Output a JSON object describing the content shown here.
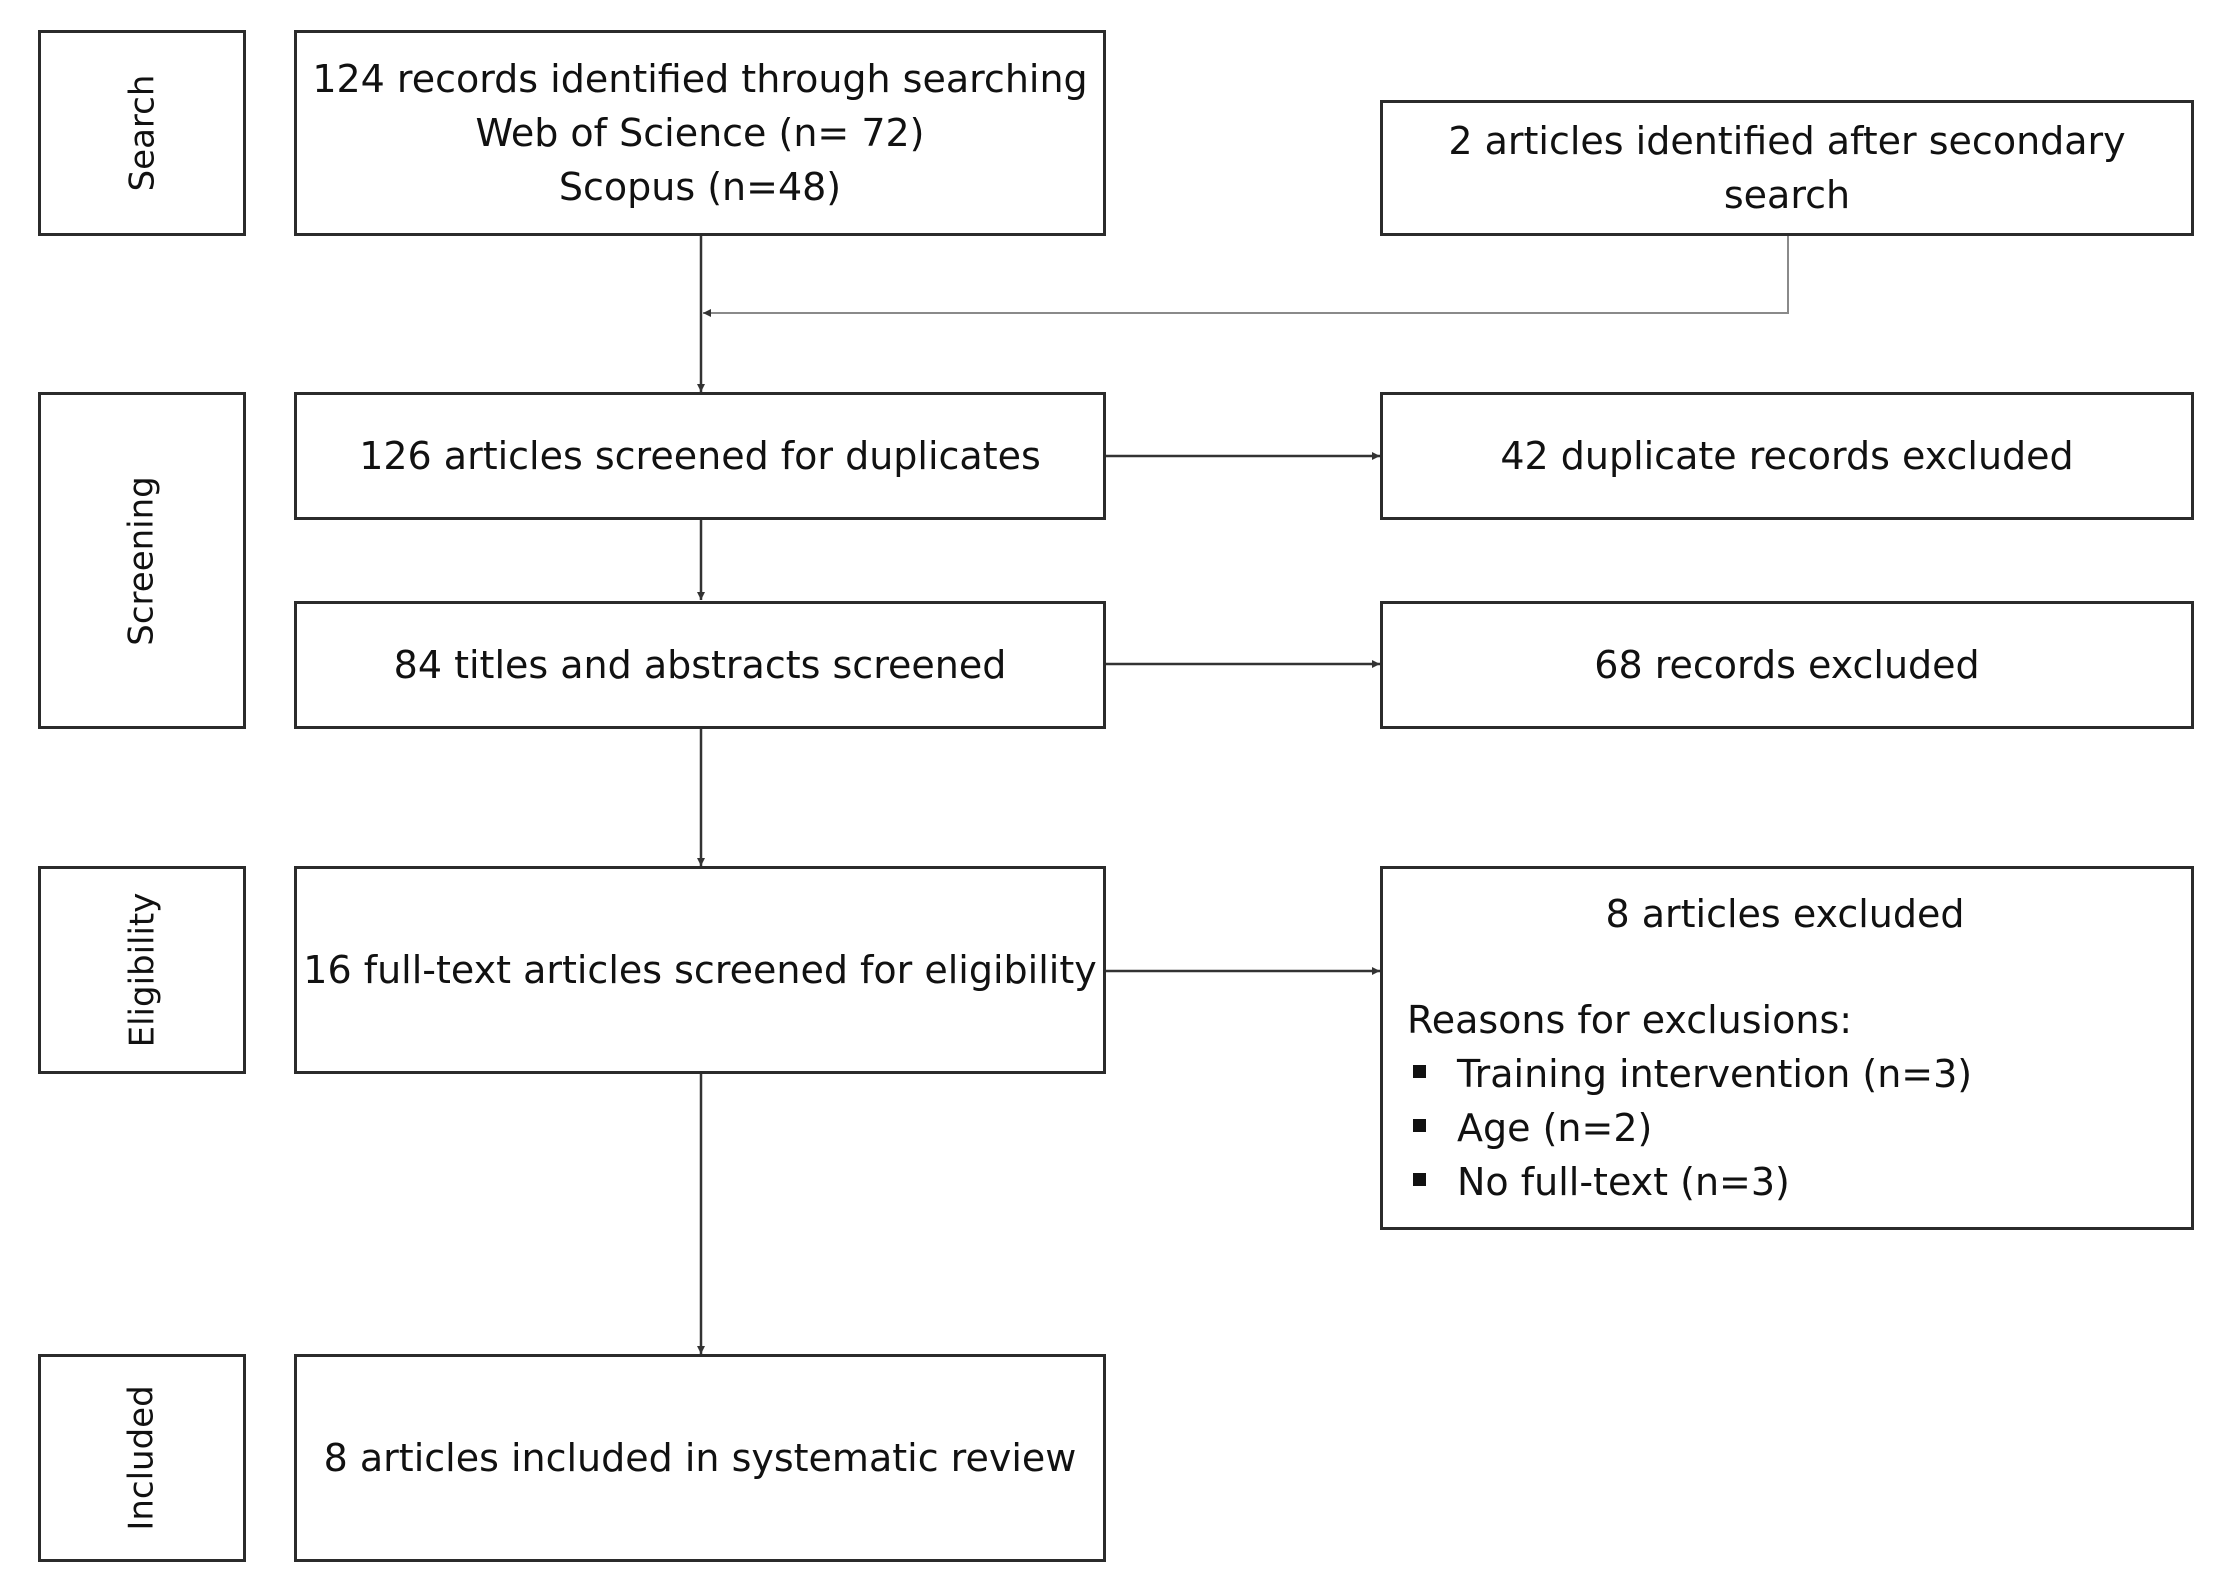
{
  "stages": {
    "search": "Search",
    "screening": "Screening",
    "eligibility": "Eligibility",
    "included": "Included"
  },
  "boxes": {
    "identified": {
      "lines": [
        "124 records identified through searching",
        "Web of Science (n= 72)",
        "Scopus (n=48)"
      ]
    },
    "secondary": {
      "lines": [
        "2 articles identified after secondary",
        "search"
      ]
    },
    "duplicates_screened": "126 articles screened for duplicates",
    "duplicates_excluded": "42 duplicate records excluded",
    "titles_screened": "84 titles and abstracts screened",
    "records_excluded": "68 records excluded",
    "fulltext_screened": "16 full-text articles screened for eligibility",
    "exclusions": {
      "title": "8 articles excluded",
      "reasons_label": "Reasons for exclusions:",
      "reasons": [
        "Training intervention (n=3)",
        "Age (n=2)",
        "No full-text (n=3)"
      ]
    },
    "included": "8 articles included in systematic review"
  },
  "colors": {
    "border": "#2b2b2b",
    "connector": "#333333",
    "secondary_connector": "#8a8a8a",
    "text": "#111111"
  }
}
